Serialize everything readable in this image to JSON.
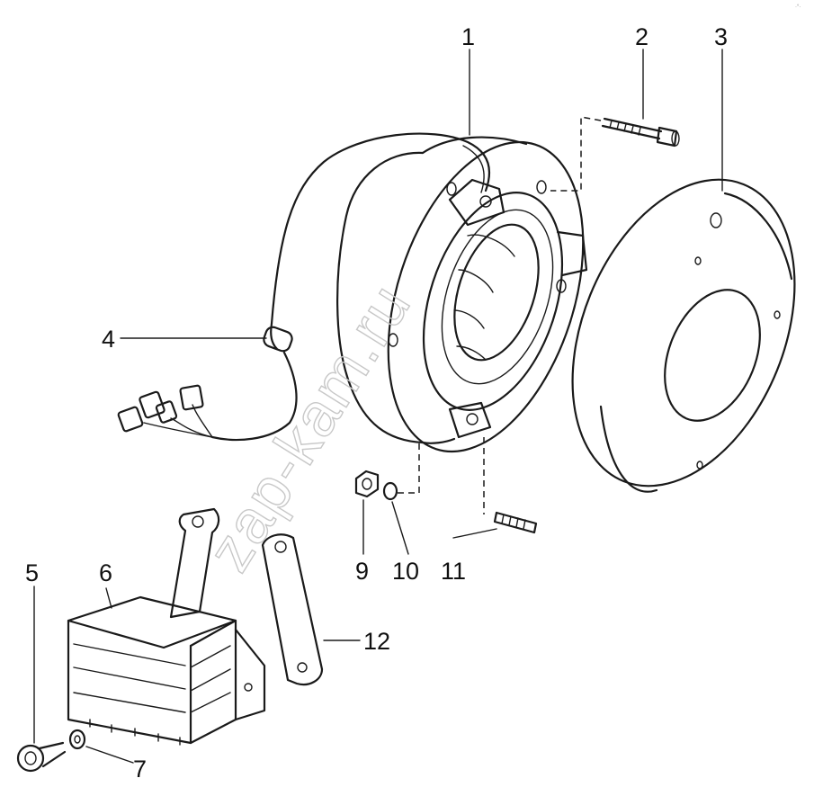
{
  "watermark": "zap-kam.ru",
  "callouts": [
    {
      "id": "1",
      "label": "1"
    },
    {
      "id": "2",
      "label": "2"
    },
    {
      "id": "3",
      "label": "3"
    },
    {
      "id": "4",
      "label": "4"
    },
    {
      "id": "5",
      "label": "5"
    },
    {
      "id": "6",
      "label": "6"
    },
    {
      "id": "7",
      "label": "7"
    },
    {
      "id": "9",
      "label": "9"
    },
    {
      "id": "10",
      "label": "10"
    },
    {
      "id": "11",
      "label": "11"
    },
    {
      "id": "12",
      "label": "12"
    }
  ],
  "colors": {
    "line": "#1a1a1a",
    "background": "#ffffff",
    "watermark": "#c8c8c8"
  }
}
